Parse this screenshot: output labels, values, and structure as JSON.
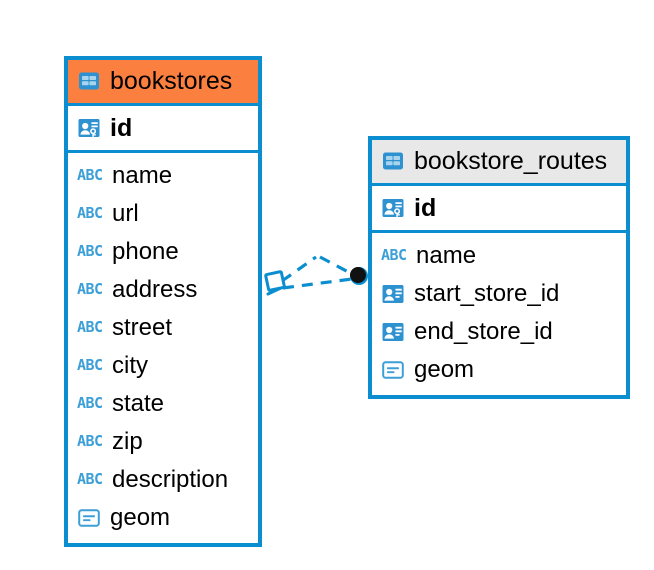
{
  "diagram": {
    "type": "entity-relationship-diagram",
    "background": "#ffffff",
    "colors": {
      "border": "#0b8ed0",
      "header_accent": "#fb8040",
      "header_neutral": "#e8e8e8",
      "icon_blue": "#2e92d1",
      "abc_blue": "#3c9fd8",
      "text": "#000000",
      "connector": "#0b8ed0",
      "connector_endpoint": "#111111"
    },
    "tables": [
      {
        "id": "bookstores",
        "name": "bookstores",
        "header_style": "accent",
        "table_icon": "table-grid-icon",
        "primary_key": {
          "label": "id",
          "icon": "primary-key-icon"
        },
        "fields": [
          {
            "label": "name",
            "icon": "text-type-icon",
            "icon_text": "ABC"
          },
          {
            "label": "url",
            "icon": "text-type-icon",
            "icon_text": "ABC"
          },
          {
            "label": "phone",
            "icon": "text-type-icon",
            "icon_text": "ABC"
          },
          {
            "label": "address",
            "icon": "text-type-icon",
            "icon_text": "ABC"
          },
          {
            "label": "street",
            "icon": "text-type-icon",
            "icon_text": "ABC"
          },
          {
            "label": "city",
            "icon": "text-type-icon",
            "icon_text": "ABC"
          },
          {
            "label": "state",
            "icon": "text-type-icon",
            "icon_text": "ABC"
          },
          {
            "label": "zip",
            "icon": "text-type-icon",
            "icon_text": "ABC"
          },
          {
            "label": "description",
            "icon": "text-type-icon",
            "icon_text": "ABC"
          },
          {
            "label": "geom",
            "icon": "geometry-type-icon",
            "icon_text": ""
          }
        ]
      },
      {
        "id": "bookstore_routes",
        "name": "bookstore_routes",
        "header_style": "neutral",
        "table_icon": "table-grid-icon",
        "primary_key": {
          "label": "id",
          "icon": "primary-key-icon"
        },
        "fields": [
          {
            "label": "name",
            "icon": "text-type-icon",
            "icon_text": "ABC"
          },
          {
            "label": "start_store_id",
            "icon": "foreign-key-icon",
            "icon_text": ""
          },
          {
            "label": "end_store_id",
            "icon": "foreign-key-icon",
            "icon_text": ""
          },
          {
            "label": "geom",
            "icon": "geometry-type-icon",
            "icon_text": ""
          }
        ]
      }
    ],
    "relationship": {
      "source_table": "bookstores",
      "target_table": "bookstore_routes",
      "source_marker": "diamond-aggregation-marker",
      "target_marker": "filled-circle-marker",
      "line_style": "dashed",
      "branch_count": 2
    }
  }
}
